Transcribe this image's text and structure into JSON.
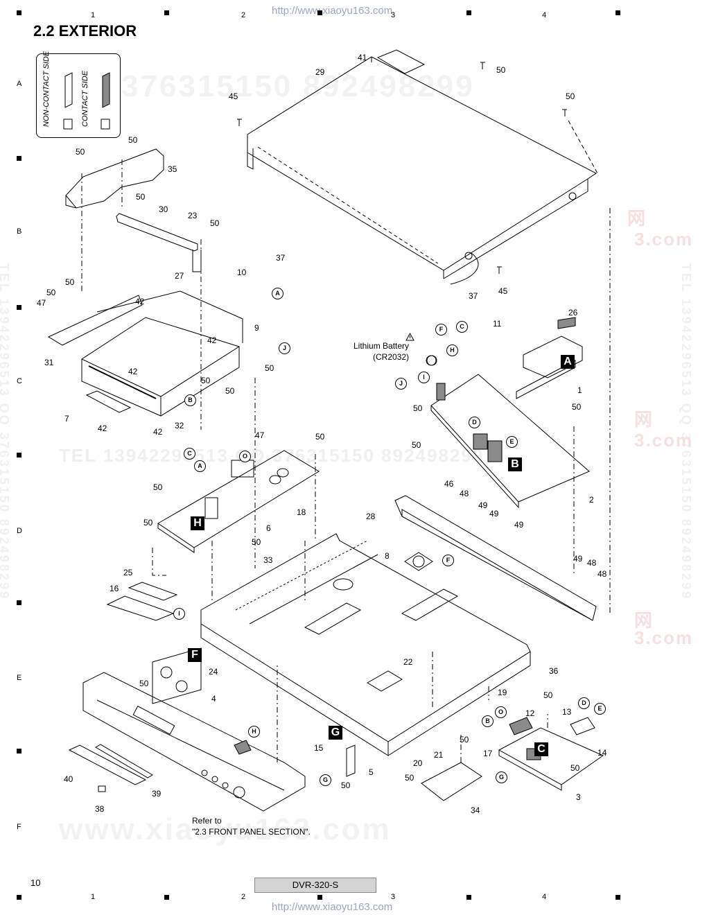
{
  "watermark_url": "http://www.xiaoyu163.com",
  "title": "2.2  EXTERIOR",
  "legend": {
    "non_contact_side": "NON-CONTACT SIDE",
    "contact_side": "CONTACT SIDE"
  },
  "column_numbers": [
    "1",
    "2",
    "3",
    "4"
  ],
  "row_letters": [
    "A",
    "B",
    "C",
    "D",
    "E",
    "F"
  ],
  "watermark_texts": {
    "big_number": "376315150   892498299",
    "tel_line": "TEL  13942296513   QQ  376315150   892498299",
    "big_url": "www.xiaoyu163.com",
    "side_tel": "TEL 13942296513  QQ 376315150  892498299",
    "cn_mark": "网",
    "dot_com": "3.com"
  },
  "parts": [
    {
      "no": "41"
    },
    {
      "no": "29"
    },
    {
      "no": "50"
    },
    {
      "no": "45"
    },
    {
      "no": "35"
    },
    {
      "no": "30"
    },
    {
      "no": "23"
    },
    {
      "no": "27"
    },
    {
      "no": "37"
    },
    {
      "no": "10"
    },
    {
      "no": "47"
    },
    {
      "no": "42"
    },
    {
      "no": "31"
    },
    {
      "no": "9"
    },
    {
      "no": "7"
    },
    {
      "no": "32"
    },
    {
      "no": "26"
    },
    {
      "no": "11"
    },
    {
      "no": "1"
    },
    {
      "no": "2"
    },
    {
      "no": "6"
    },
    {
      "no": "46"
    },
    {
      "no": "48"
    },
    {
      "no": "49"
    },
    {
      "no": "28"
    },
    {
      "no": "18"
    },
    {
      "no": "8"
    },
    {
      "no": "33"
    },
    {
      "no": "25"
    },
    {
      "no": "16"
    },
    {
      "no": "24"
    },
    {
      "no": "4"
    },
    {
      "no": "36"
    },
    {
      "no": "22"
    },
    {
      "no": "19"
    },
    {
      "no": "12"
    },
    {
      "no": "13"
    },
    {
      "no": "14"
    },
    {
      "no": "15"
    },
    {
      "no": "5"
    },
    {
      "no": "21"
    },
    {
      "no": "20"
    },
    {
      "no": "17"
    },
    {
      "no": "34"
    },
    {
      "no": "3"
    },
    {
      "no": "40"
    },
    {
      "no": "39"
    },
    {
      "no": "38"
    }
  ],
  "connector_markers": [
    "A",
    "B",
    "C",
    "D",
    "E",
    "F",
    "G",
    "H",
    "I",
    "J",
    "O"
  ],
  "board_labels": [
    "A",
    "B",
    "C",
    "F",
    "G",
    "H"
  ],
  "battery_note": "Lithium Battery\n(CR2032)",
  "refer_note": "Refer to\n\"2.3 FRONT PANEL SECTION\".",
  "page_number": "10",
  "model": "DVR-320-S"
}
